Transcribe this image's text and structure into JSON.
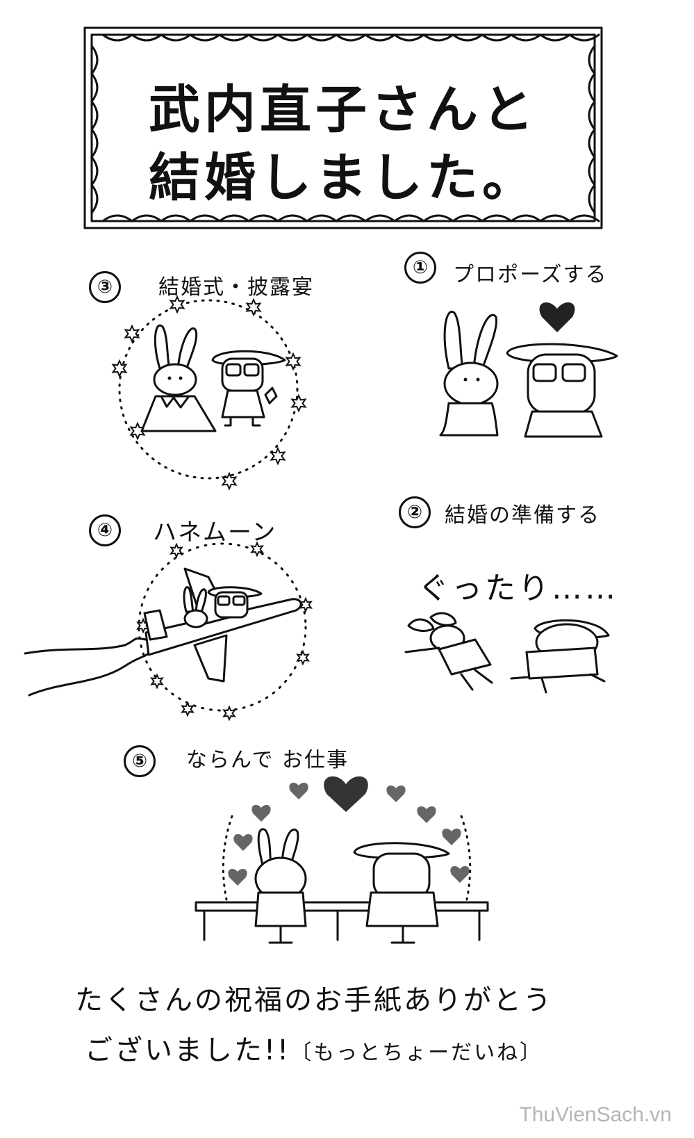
{
  "title": {
    "line1": "武内直子さんと",
    "line2": "結婚しました。"
  },
  "steps": [
    {
      "number": "①",
      "label": "プロポーズする"
    },
    {
      "number": "②",
      "label": "結婚の準備する"
    },
    {
      "number": "③",
      "label": "結婚式・披露宴"
    },
    {
      "number": "④",
      "label": "ハネムーン"
    },
    {
      "number": "⑤",
      "label": "ならんで お仕事"
    }
  ],
  "exhausted_text": "ぐったり……",
  "closing": {
    "line1": "たくさんの祝福のお手紙ありがとう",
    "line2_main": "ございました!!",
    "line2_aside": "〔もっとちょーだいね〕"
  },
  "watermark": "ThuVienSach.vn",
  "colors": {
    "ink": "#111111",
    "paper": "#ffffff",
    "watermark": "#b5b5b5"
  }
}
